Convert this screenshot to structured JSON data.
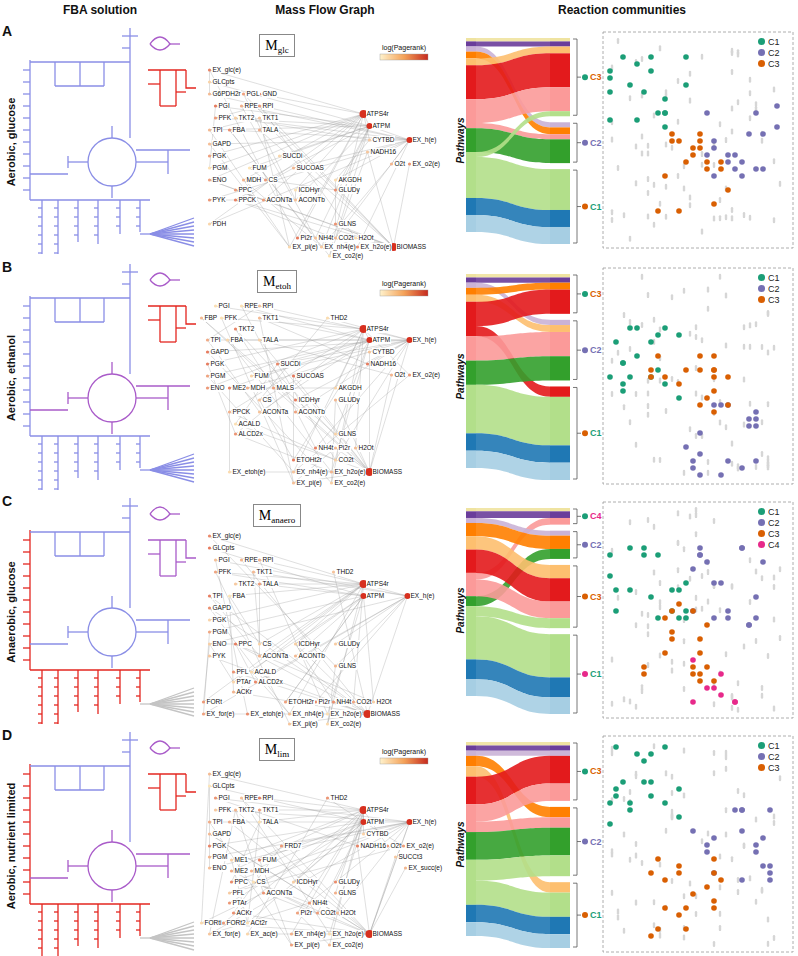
{
  "diagram": {
    "nodes": [
      {
        "text": [
          "M",
          "glc"
        ]
      },
      {
        "text": [
          "M",
          "etoh"
        ]
      },
      {
        "text": [
          "M",
          "anaero"
        ]
      },
      {
        "text": [
          "M",
          "lim"
        ]
      }
    ],
    "labels": [
      "FBA solution",
      "Mass Flow Graph",
      "Reaction communities",
      "A",
      "Aerobic, glucose",
      "log(Pagerank)",
      "EX_glc(e)",
      "GLCpts",
      "G6PDH2r",
      "PGL",
      "GND",
      "PGI",
      "RPE",
      "RPI",
      "ATPS4r",
      "PFK",
      "TKT2",
      "TKT1",
      "ATPM",
      "TPI",
      "FBA",
      "TALA",
      "CYTBD",
      "EX_h(e)",
      "GAPD",
      "NADH16",
      "PGK",
      "SUCDi",
      "O2t",
      "EX_o2(e)",
      "PGM",
      "FUM",
      "SUCOAS",
      "ENO",
      "MDH",
      "CS",
      "AKGDH",
      "PPC",
      "ICDHyr",
      "GLUDy",
      "PYK",
      "PPCK",
      "ACONTa",
      "ACONTb",
      "PDH",
      "GLNS",
      "Pi2r",
      "NH4t",
      "CO2t",
      "H2Ot",
      "EX_pi(e)",
      "EX_nh4(e)",
      "EX_h2o(e)",
      "BIOMASS",
      "EX_co2(e)",
      "Pathways",
      "C3",
      "C2",
      "C1",
      "B",
      "Aerobic, ethanol",
      "log(Pagerank)",
      "PGI",
      "RPE",
      "RPI",
      "FBP",
      "PFK",
      "TKT1",
      "THD2",
      "TKT2",
      "ATPS4r",
      "TPI",
      "FBA",
      "TALA",
      "ATPM",
      "EX_h(e)",
      "GAPD",
      "CYTBD",
      "PGK",
      "SUCDi",
      "NADH16",
      "O2t",
      "EX_o2(e)",
      "PGM",
      "FUM",
      "SUCOAS",
      "ENO",
      "ME2",
      "MDH",
      "MALS",
      "AKGDH",
      "CS",
      "ICDHyr",
      "GLUDy",
      "PPCK",
      "ACONTa",
      "ACONTb",
      "ACALD",
      "ALCD2x",
      "GLNS",
      "NH4t",
      "Pi2r",
      "H2Ot",
      "ETOHt2r",
      "CO2t",
      "EX_etoh(e)",
      "EX_nh4(e)",
      "EX_h2o(e)",
      "BIOMASS",
      "EX_pi(e)",
      "EX_co2(e)",
      "Pathways",
      "C3",
      "C2",
      "C1",
      "C",
      "Anaerobic, glucose",
      "EX_glc(e)",
      "GLCpts",
      "PGI",
      "RPE",
      "RPI",
      "PFK",
      "TKT1",
      "THD2",
      "TKT2",
      "TALA",
      "ATPS4r",
      "TPI",
      "FBA",
      "ATPM",
      "EX_h(e)",
      "GAPD",
      "PGK",
      "PGM",
      "ENO",
      "PPC",
      "CS",
      "ICDHyr",
      "GLUDy",
      "PYK",
      "ACONTa",
      "ACONTb",
      "GLNS",
      "PFL",
      "ACALD",
      "PTAr",
      "ALCD2x",
      "ACKr",
      "FORt",
      "ETOHt2r",
      "Pi2r",
      "NH4t",
      "CO2t",
      "H2Ot",
      "EX_for(e)",
      "EX_etoh(e)",
      "EX_nh4(e)",
      "EX_h2o(e)",
      "BIOMASS",
      "EX_pi(e)",
      "EX_co2(e)",
      "Pathways",
      "C4",
      "C2",
      "C3",
      "C1",
      "D",
      "Aerobic, nutrient limited",
      "log(Pagerank)",
      "EX_glc(e)",
      "GLCpts",
      "PGI",
      "RPE",
      "RPI",
      "THD2",
      "PFK",
      "TKT2",
      "TKT1",
      "ATPS4r",
      "TPI",
      "FBA",
      "TALA",
      "ATPM",
      "EX_h(e)",
      "GAPD",
      "CYTBD",
      "PGK",
      "FRD7",
      "NADH16",
      "O2t",
      "EX_o2(e)",
      "PGM",
      "SUCCt3",
      "ME1",
      "FUM",
      "ENO",
      "EX_succ(e)",
      "ME2",
      "MDH",
      "PPC",
      "CS",
      "ICDHyr",
      "GLUDy",
      "PFL",
      "ACONTa",
      "GLNS",
      "PTAr",
      "NH4t",
      "ACKr",
      "Pi2r",
      "CO2t",
      "H2Ot",
      "FORti",
      "FORt2",
      "ACt2r",
      "EX_for(e)",
      "EX_ac(e)",
      "EX_nh4(e)",
      "EX_h2o(e)",
      "BIOMASS",
      "EX_pi(e)",
      "EX_co2(e)",
      "Pathways",
      "C3",
      "C2",
      "C1"
    ],
    "legend": [
      {
        "text": "C1",
        "color": "#1b9e77"
      },
      {
        "text": "C2",
        "color": "#7570b3"
      },
      {
        "text": "C3",
        "color": "#d95f02"
      },
      {
        "text": "C1",
        "color": "#1b9e77"
      },
      {
        "text": "C2",
        "color": "#7570b3"
      },
      {
        "text": "C3",
        "color": "#d95f02"
      },
      {
        "text": "C1",
        "color": "#1b9e77"
      },
      {
        "text": "C2",
        "color": "#7570b3"
      },
      {
        "text": "C3",
        "color": "#d95f02"
      },
      {
        "text": "C4",
        "color": "#e7298a"
      },
      {
        "text": "C1",
        "color": "#1b9e77"
      },
      {
        "text": "C2",
        "color": "#7570b3"
      },
      {
        "text": "C3",
        "color": "#d95f02"
      }
    ]
  }
}
